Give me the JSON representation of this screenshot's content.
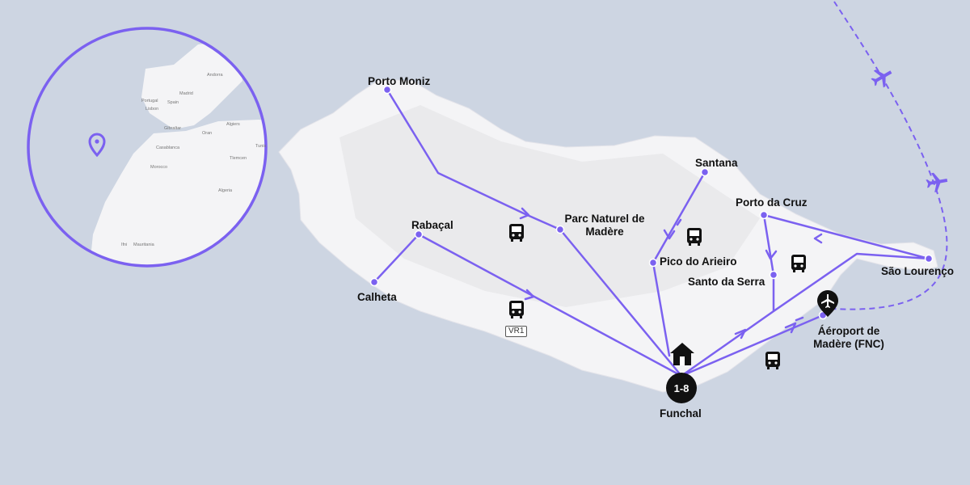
{
  "stops": {
    "porto_moniz": "Porto Moniz",
    "santana": "Santana",
    "parc_naturel": "Parc Naturel de Madère",
    "rabacal": "Rabaçal",
    "porto_da_cruz": "Porto da Cruz",
    "pico_do_arieiro": "Pico do Arieiro",
    "santo_da_serra": "Santo da Serra",
    "sao_lourenco": "São Lourenço",
    "calheta": "Calheta",
    "airport": "Áéroport de Madère (FNC)",
    "funchal": "Funchal"
  },
  "funchal_badge": "1-8",
  "road_tag": "VR1",
  "inset_map": {
    "labels": {
      "portugal": "Portugal",
      "spain": "Spain",
      "lisbon": "Lisbon",
      "madrid": "Madrid",
      "andorra": "Andorra",
      "gibraltar": "Gibraltar",
      "algiers": "Algiers",
      "oran": "Oran",
      "tunis": "Tunis",
      "casablanca": "Casablanca",
      "morocco": "Morocco",
      "algeria": "Algeria",
      "mauritania": "Mauritania",
      "ifni": "Ifni",
      "tlemcen": "Tlemcen"
    }
  },
  "colors": {
    "route": "#7b61f0",
    "sea": "#cdd5e2",
    "land": "#f4f4f6",
    "marker": "#111111"
  },
  "icons": [
    "bus-icon",
    "house-icon",
    "airplane-icon",
    "airport-pin-icon",
    "location-pin-icon"
  ]
}
